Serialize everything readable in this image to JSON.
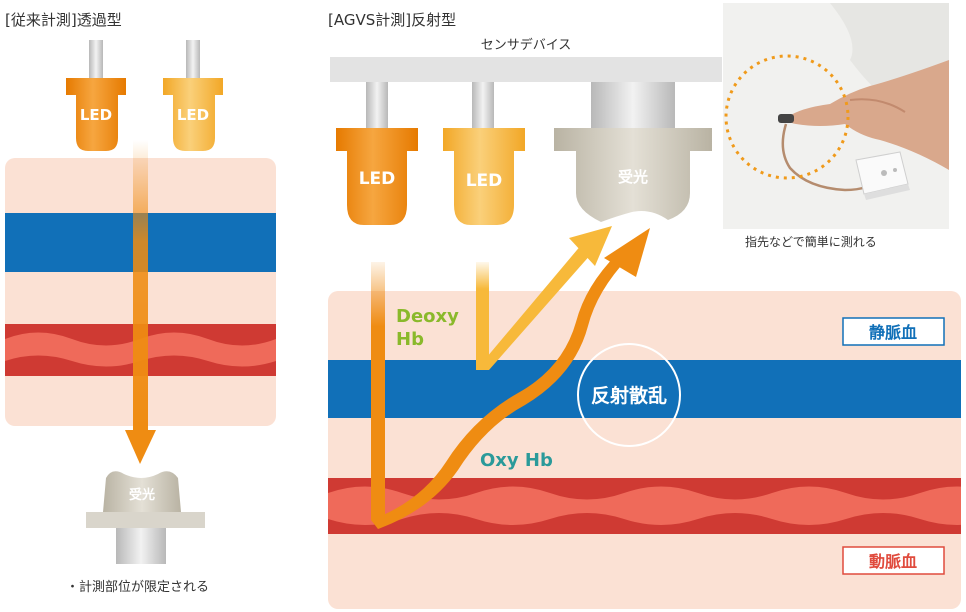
{
  "left_panel": {
    "title": "[従来計測]透過型",
    "led1_label": "LED",
    "led2_label": "LED",
    "receiver_label": "受光",
    "note": "・計測部位が限定される"
  },
  "right_panel": {
    "title": "[AGVS計測]反射型",
    "sensor_label": "センサデバイス",
    "led1_label": "LED",
    "led2_label": "LED",
    "receiver_label": "受光",
    "deoxy_line1": "Deoxy",
    "deoxy_line2": "Hb",
    "oxy_label": "Oxy Hb",
    "scatter_label": "反射散乱",
    "vein_label": "静脈血",
    "artery_label": "動脈血"
  },
  "photo": {
    "caption": "指先などで簡単に測れる"
  },
  "colors": {
    "tissue": "#fbe1d4",
    "vein": "#1170b8",
    "artery": "#e04b3d",
    "led_orange": "#ee8a10",
    "led_yellow": "#f5b93c",
    "green_text": "#8ab92b",
    "teal_text": "#2a9a9a",
    "dashed_circle": "#f09a1a"
  }
}
